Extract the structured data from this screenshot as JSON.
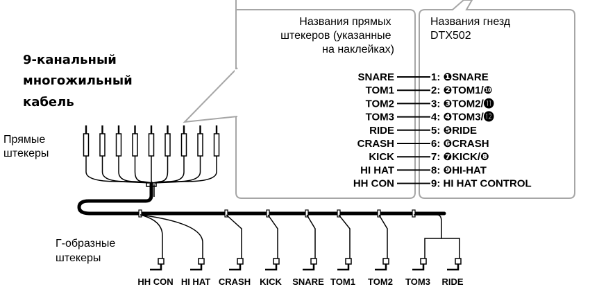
{
  "title_lines": [
    "9-канальный",
    "многожильный",
    "кабель"
  ],
  "straight_label_lines": [
    "Прямые",
    "штекеры"
  ],
  "lshape_label_lines": [
    "Г-образные",
    "штекеры"
  ],
  "plug_box": {
    "title_lines": [
      "Названия прямых",
      "штекеров (указанные",
      "на наклейках)"
    ],
    "plugs": [
      "SNARE",
      "TOM1",
      "TOM2",
      "TOM3",
      "RIDE",
      "CRASH",
      "KICK",
      "HI HAT",
      "HH CON"
    ]
  },
  "jack_box": {
    "title_lines": [
      "Названия гнезд",
      "DTX502"
    ],
    "jacks": [
      "1: ❶SNARE",
      "2: ❷TOM1/❿",
      "3: ❸TOM2/⓫",
      "4: ❹TOM3/⓬",
      "5: ❺RIDE",
      "6: ❻CRASH",
      "7: ❼KICK/❽",
      "8: ❾HI-HAT",
      "9: HI HAT CONTROL"
    ]
  },
  "bottom_plugs": [
    "HH CON",
    "HI HAT",
    "CRASH",
    "KICK",
    "SNARE",
    "TOM1",
    "TOM2",
    "TOM3",
    "RIDE"
  ]
}
